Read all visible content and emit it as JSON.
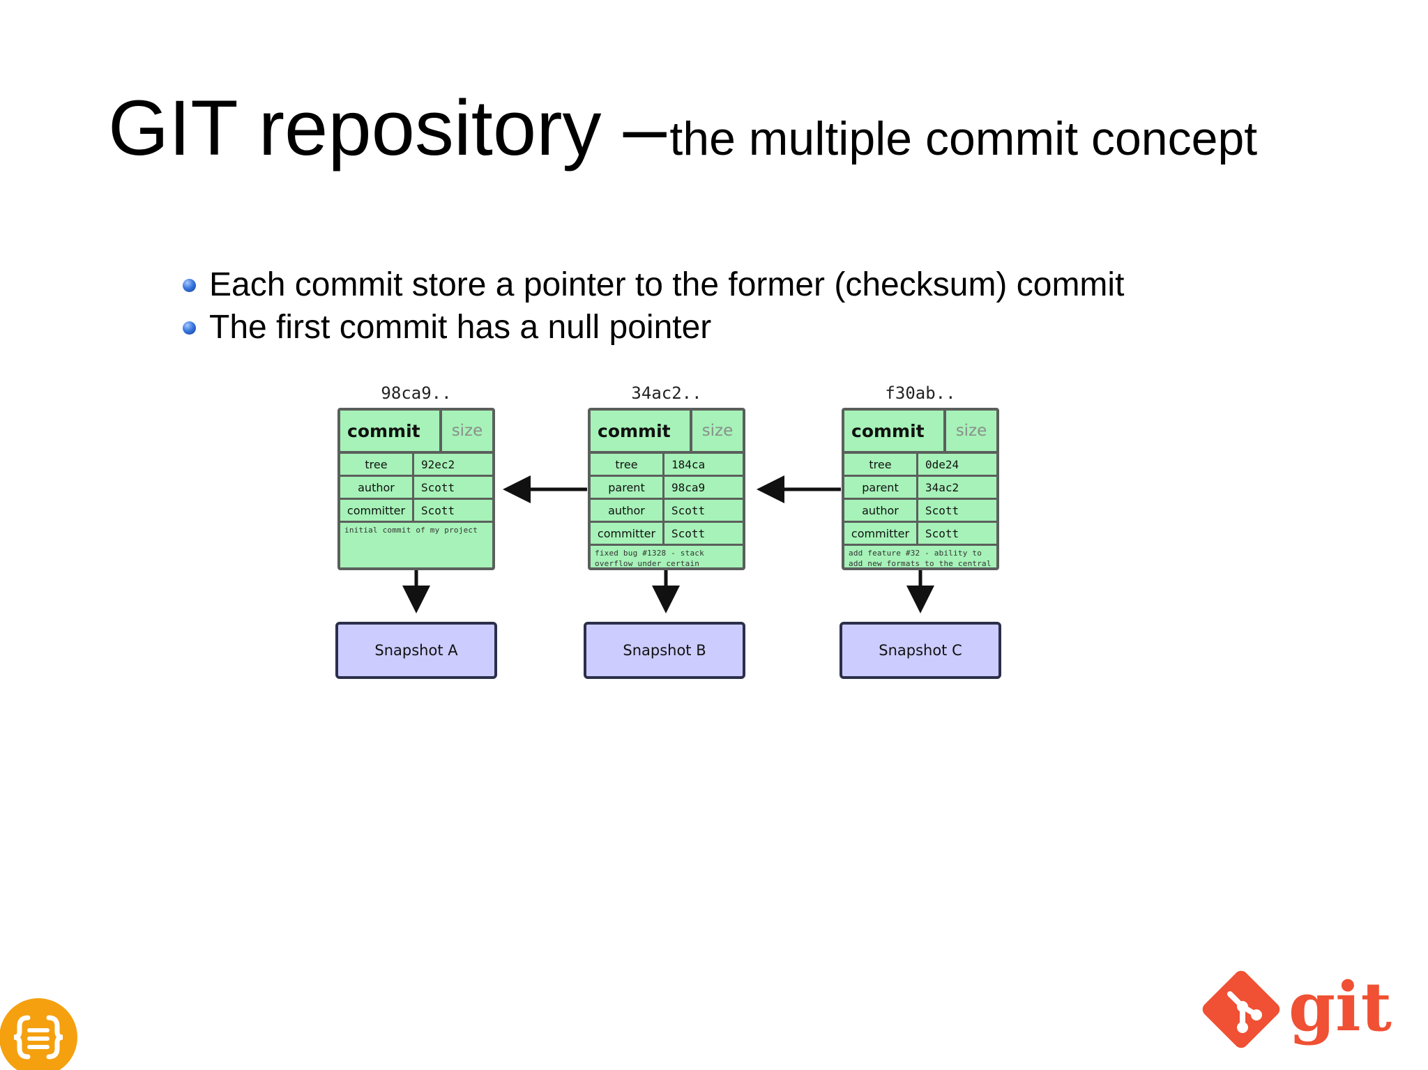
{
  "title": {
    "main": "GIT repository –",
    "sub": "the multiple commit concept"
  },
  "bullets": [
    "Each commit store a pointer to the former (checksum) commit",
    "The first commit has a null pointer"
  ],
  "commits": [
    {
      "hash": "98ca9..",
      "header": "commit",
      "size_label": "size",
      "rows": [
        {
          "key": "tree",
          "value": "92ec2"
        },
        {
          "key": "author",
          "value": "Scott"
        },
        {
          "key": "committer",
          "value": "Scott"
        }
      ],
      "message": [
        "initial commit of my project"
      ],
      "snapshot": "Snapshot A"
    },
    {
      "hash": "34ac2..",
      "header": "commit",
      "size_label": "size",
      "rows": [
        {
          "key": "tree",
          "value": "184ca"
        },
        {
          "key": "parent",
          "value": "98ca9"
        },
        {
          "key": "author",
          "value": "Scott"
        },
        {
          "key": "committer",
          "value": "Scott"
        }
      ],
      "message": [
        "fixed bug #1328 - stack",
        "overflow under certain"
      ],
      "snapshot": "Snapshot B"
    },
    {
      "hash": "f30ab..",
      "header": "commit",
      "size_label": "size",
      "rows": [
        {
          "key": "tree",
          "value": "0de24"
        },
        {
          "key": "parent",
          "value": "34ac2"
        },
        {
          "key": "author",
          "value": "Scott"
        },
        {
          "key": "committer",
          "value": "Scott"
        }
      ],
      "message": [
        "add feature #32 - ability to",
        "add new formats to the central"
      ],
      "snapshot": "Snapshot C"
    }
  ],
  "logo": {
    "text": "git",
    "color": "#f05033"
  },
  "badge": {
    "icon": "curly-braces-icon",
    "color": "#f5a00f"
  },
  "colors": {
    "commit_fill": "#a6f2b8",
    "snapshot_fill": "#ccccff"
  }
}
